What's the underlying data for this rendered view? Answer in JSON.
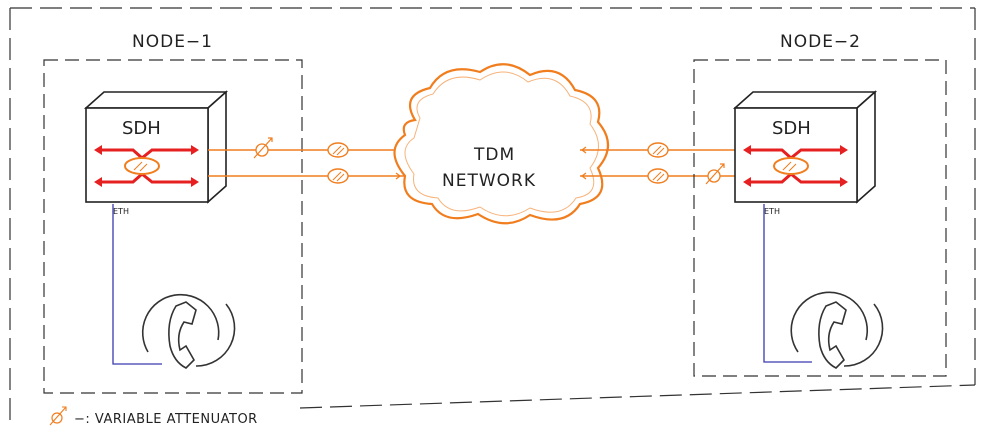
{
  "nodes": [
    {
      "name": "NODE−1",
      "device": "SDH",
      "port": "ETH"
    },
    {
      "name": "NODE−2",
      "device": "SDH",
      "port": "ETH"
    }
  ],
  "network": {
    "line1": "TDM",
    "line2": "NETWORK"
  },
  "legend": {
    "text": "−: VARIABLE ATTENUATOR",
    "symbol": "variable-attenuator-icon"
  },
  "colors": {
    "fiber": "#f07d1e",
    "arrows": "#e62020",
    "eth_link": "#3a3ab0",
    "lines": "#333333"
  }
}
